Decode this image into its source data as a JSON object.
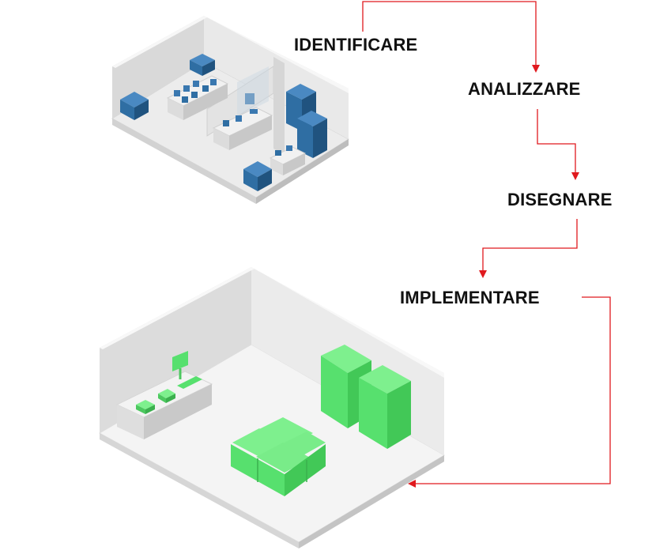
{
  "diagram": {
    "steps": [
      {
        "label": "IDENTIFICARE"
      },
      {
        "label": "ANALIZZARE"
      },
      {
        "label": "DISEGNARE"
      },
      {
        "label": "IMPLEMENTARE"
      }
    ],
    "colors": {
      "arrow": "#e0191e",
      "before_equipment": "#2f6ea3",
      "after_equipment": "#57e06e",
      "floor": "#f4f4f4",
      "wall": "#dedede"
    },
    "rooms": [
      {
        "name": "before-layout-room",
        "equipment_count": 18
      },
      {
        "name": "after-layout-room",
        "equipment_count": 10
      }
    ]
  }
}
